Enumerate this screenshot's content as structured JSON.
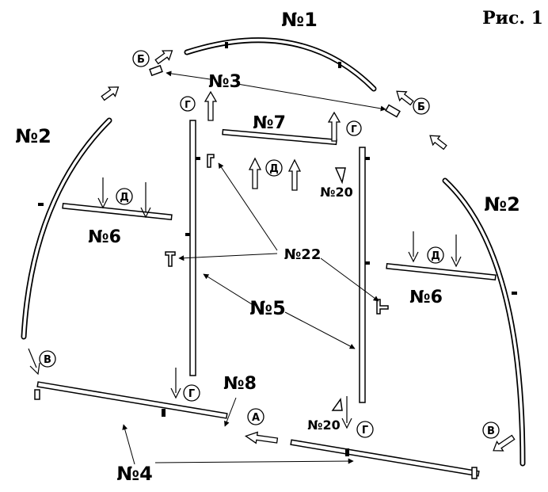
{
  "caption": "Рис. 1",
  "parts": {
    "p1": "№1",
    "p2_left": "№2",
    "p2_right": "№2",
    "p3": "№3",
    "p4": "№4",
    "p5": "№5",
    "p6_left": "№6",
    "p6_right": "№6",
    "p7": "№7",
    "p8": "№8",
    "p20_top": "№20",
    "p20_bottom": "№20",
    "p22": "№22"
  },
  "letters": {
    "a": "А",
    "b_left": "Б",
    "b_right": "Б",
    "v_left": "В",
    "v_right": "В",
    "g_top_left": "Г",
    "g_top_right": "Г",
    "g_bottom_left": "Г",
    "g_bottom_right": "Г",
    "d_left": "Д",
    "d_center": "Д",
    "d_right": "Д"
  }
}
